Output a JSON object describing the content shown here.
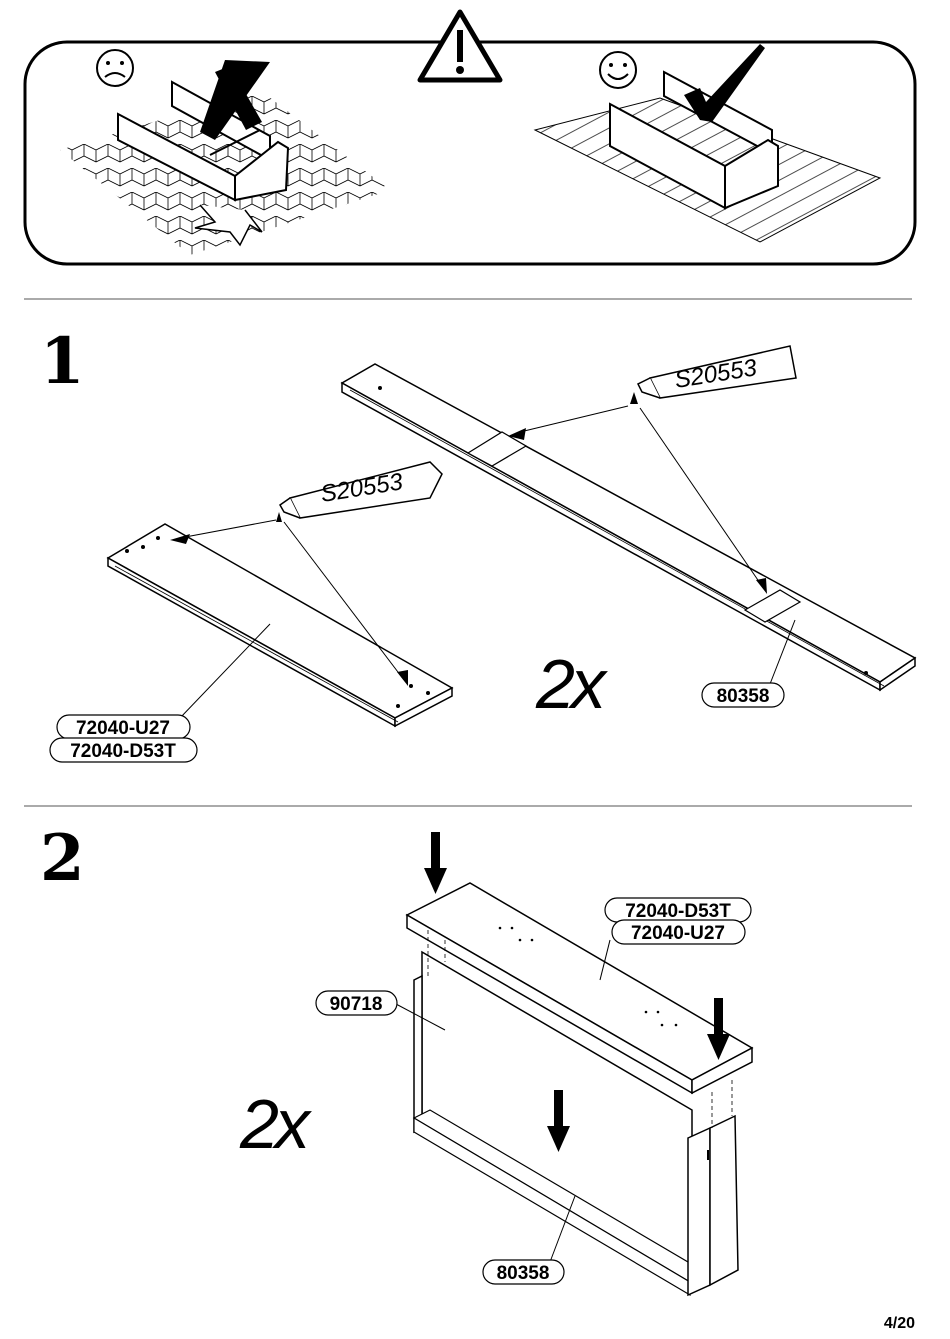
{
  "warning": {
    "sad_face_icon": "sad-face-icon",
    "happy_face_icon": "happy-face-icon",
    "warning_icon": "warning-triangle-icon",
    "cross_icon": "cross-mark-icon",
    "check_icon": "check-mark-icon"
  },
  "step1": {
    "number": "1",
    "glue_left": "S20553",
    "glue_right": "S20553",
    "quantity": "2x",
    "part_left_a": "72040-U27",
    "part_left_b": "72040-D53T",
    "part_right": "80358"
  },
  "step2": {
    "number": "2",
    "quantity": "2x",
    "part_top_a": "72040-D53T",
    "part_top_b": "72040-U27",
    "part_side": "90718",
    "part_bottom": "80358"
  },
  "page": {
    "number": "4/20"
  }
}
